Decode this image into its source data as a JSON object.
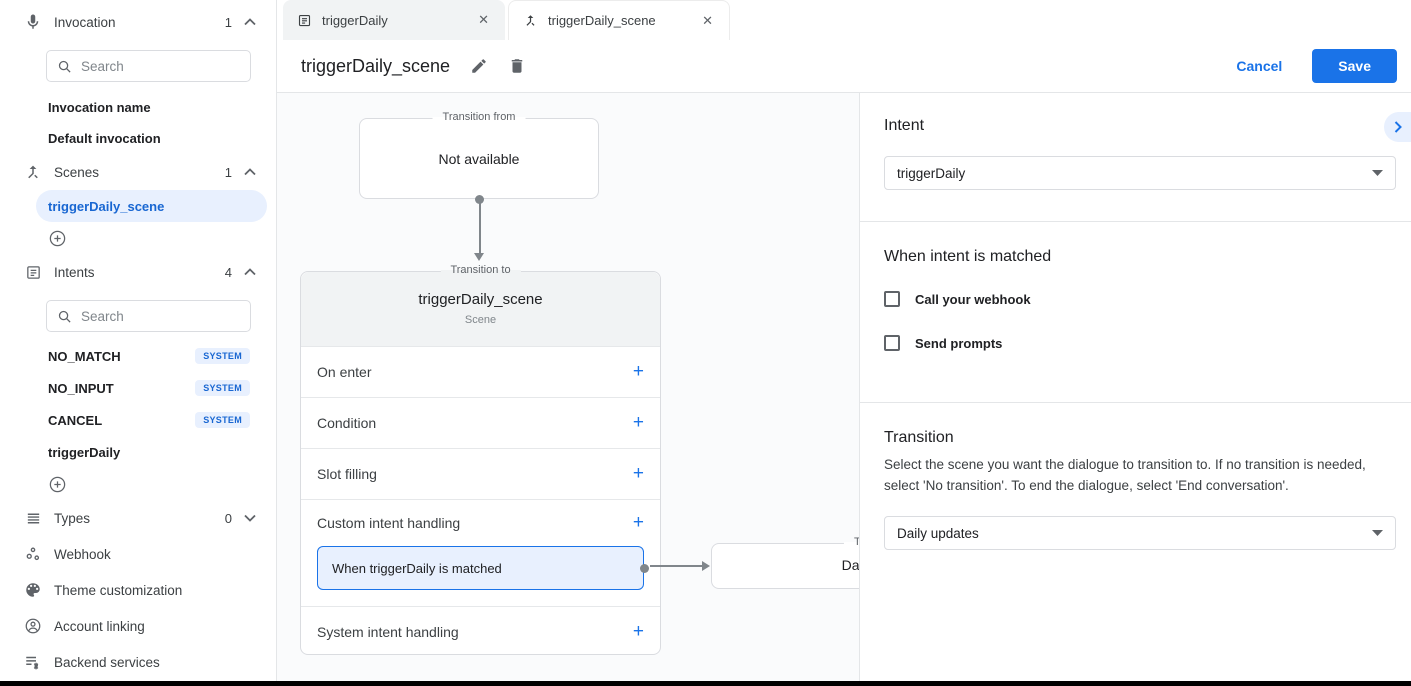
{
  "colors": {
    "accent": "#1a73e8",
    "accent_light": "#e8f0fe",
    "badge_text": "#1967d2"
  },
  "icons": {
    "close": "✕",
    "plus": "+"
  },
  "sidebar": {
    "invocation": {
      "label": "Invocation",
      "count": "1"
    },
    "invocation_search_placeholder": "Search",
    "invocation_items": {
      "0": "Invocation name",
      "1": "Default invocation"
    },
    "scenes": {
      "label": "Scenes",
      "count": "1"
    },
    "scene_selected": "triggerDaily_scene",
    "intents": {
      "label": "Intents",
      "count": "4"
    },
    "intents_search_placeholder": "Search",
    "intent_items": [
      {
        "label": "NO_MATCH",
        "badge": "SYSTEM"
      },
      {
        "label": "NO_INPUT",
        "badge": "SYSTEM"
      },
      {
        "label": "CANCEL",
        "badge": "SYSTEM"
      },
      {
        "label": "triggerDaily",
        "badge": ""
      }
    ],
    "types": {
      "label": "Types",
      "count": "0"
    },
    "nav_items": [
      "Webhook",
      "Theme customization",
      "Account linking",
      "Backend services"
    ]
  },
  "tabs": [
    {
      "label": "triggerDaily"
    },
    {
      "label": "triggerDaily_scene"
    }
  ],
  "header": {
    "title": "triggerDaily_scene",
    "cancel_label": "Cancel",
    "save_label": "Save"
  },
  "canvas": {
    "from_box": {
      "legend": "Transition from",
      "content": "Not available"
    },
    "scene_card": {
      "legend": "Transition to",
      "title": "triggerDaily_scene",
      "subtitle": "Scene",
      "rows": [
        "On enter",
        "Condition",
        "Slot filling",
        "Custom intent handling",
        "System intent handling"
      ],
      "selected_handler": "When triggerDaily is matched"
    },
    "target_box": {
      "legend": "Transition to",
      "content": "Daily updates"
    }
  },
  "panel": {
    "intent": {
      "heading": "Intent",
      "selected": "triggerDaily"
    },
    "when_matched": {
      "heading": "When intent is matched",
      "options": [
        "Call your webhook",
        "Send prompts"
      ]
    },
    "transition": {
      "heading": "Transition",
      "description": "Select the scene you want the dialogue to transition to. If no transition is needed, select 'No transition'. To end the dialogue, select 'End conversation'.",
      "selected": "Daily updates"
    }
  }
}
